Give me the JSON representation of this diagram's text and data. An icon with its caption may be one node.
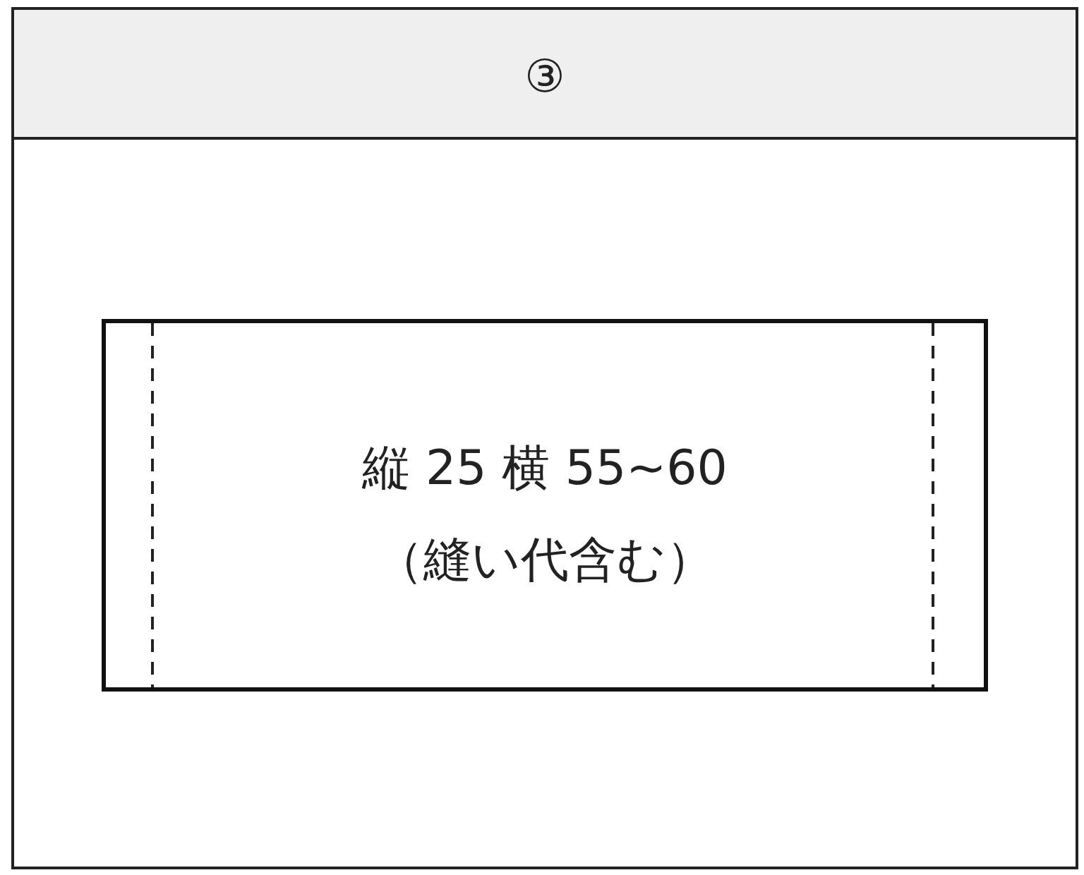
{
  "diagram": {
    "nodes": [
      {
        "text": [
          "③"
        ]
      },
      {
        "text": [
          "縦 25 横 55~60",
          "（縫い代含む）"
        ],
        "in": 0
      }
    ]
  }
}
